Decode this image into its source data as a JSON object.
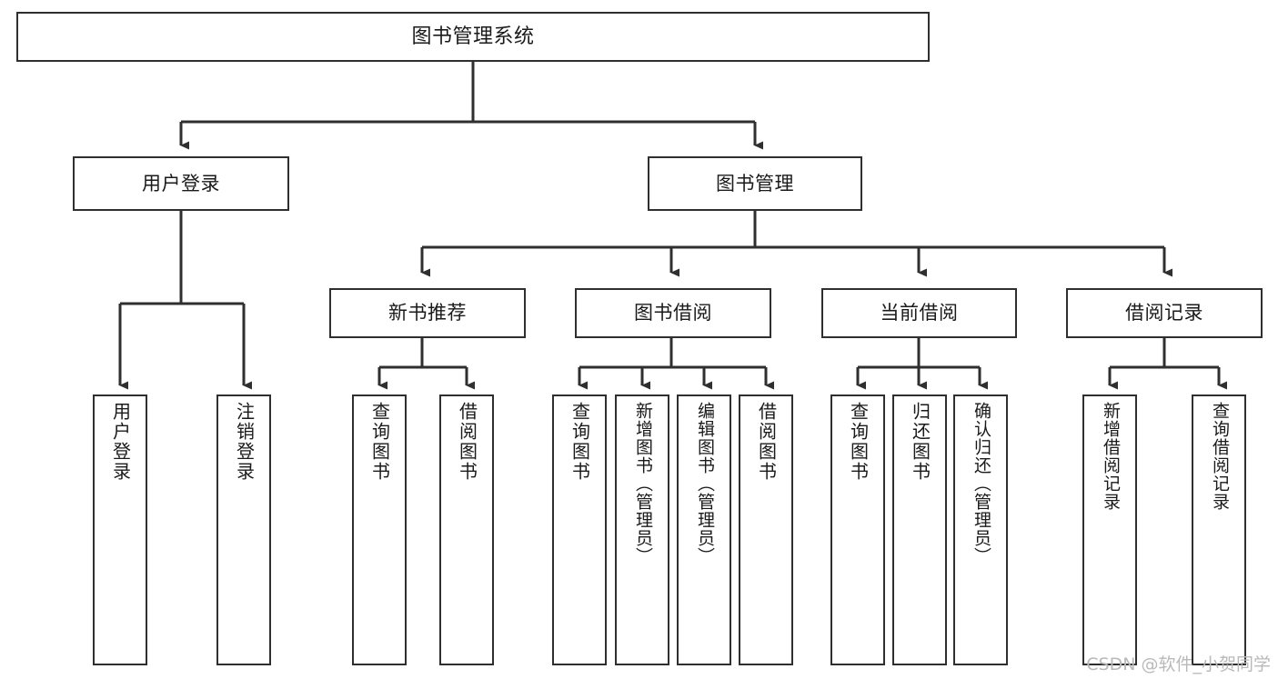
{
  "diagram": {
    "title": "图书管理系统",
    "type": "tree-hierarchy-chart",
    "root": {
      "label": "图书管理系统"
    },
    "level2": [
      {
        "label": "用户登录"
      },
      {
        "label": "图书管理"
      }
    ],
    "level3": [
      {
        "label": "新书推荐"
      },
      {
        "label": "图书借阅"
      },
      {
        "label": "当前借阅"
      },
      {
        "label": "借阅记录"
      }
    ],
    "leaves": {
      "user_login": [
        {
          "label": "用户登录"
        },
        {
          "label": "注销登录"
        }
      ],
      "new_book_recommend": [
        {
          "label": "查询图书"
        },
        {
          "label": "借阅图书"
        }
      ],
      "book_borrow": [
        {
          "label": "查询图书"
        },
        {
          "label": "新增图书（管理员）"
        },
        {
          "label": "编辑图书（管理员）"
        },
        {
          "label": "借阅图书"
        }
      ],
      "current_borrow": [
        {
          "label": "查询图书"
        },
        {
          "label": "归还图书"
        },
        {
          "label": "确认归还（管理员）"
        }
      ],
      "borrow_record": [
        {
          "label": "新增借阅记录"
        },
        {
          "label": "查询借阅记录"
        }
      ]
    },
    "watermark": "CSDN @软件_小贺同学",
    "colors": {
      "stroke": "#2f2f2f",
      "fill": "#ffffff",
      "text": "#1a1a1a",
      "watermark": "#b9b9b9"
    }
  }
}
